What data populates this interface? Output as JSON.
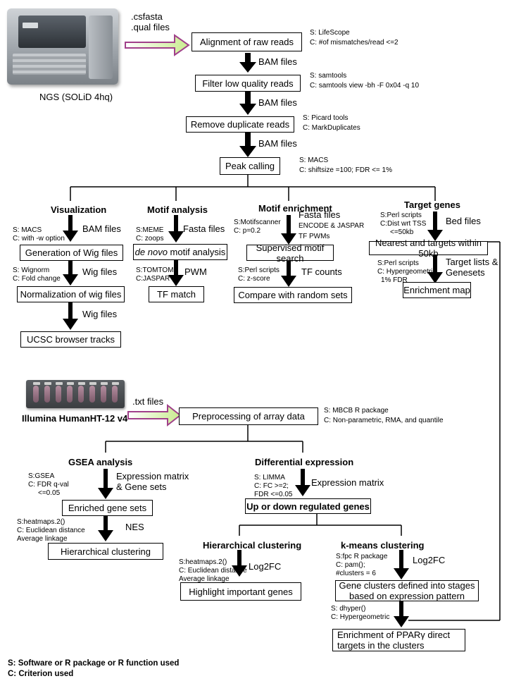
{
  "inputs": {
    "ngs_files_line1": ".csfasta",
    "ngs_files_line2": ".qual files",
    "ngs_label": "NGS (SOLiD 4hq)",
    "array_files": ".txt files",
    "array_label": "Illumina HumanHT-12 v4"
  },
  "ngs_pipeline": {
    "align": {
      "box": "Alignment of raw reads",
      "s": "S: LifeScope",
      "c": "C: #of mismatches/read <=2"
    },
    "arrow1": "BAM files",
    "filter": {
      "box": "Filter low quality reads",
      "s": "S: samtools",
      "c": "C: samtools view -bh -F 0x04 -q 10"
    },
    "arrow2": "BAM files",
    "dedup": {
      "box": "Remove duplicate reads",
      "s": "S: Picard tools",
      "c": "C: MarkDuplicates"
    },
    "arrow3": "BAM files",
    "peak": {
      "box": "Peak calling",
      "s": "S: MACS",
      "c": "C: shiftsize =100; FDR <= 1%"
    }
  },
  "visualization": {
    "heading": "Visualization",
    "s1": "S: MACS",
    "c1": "C: with -w option",
    "files1": "BAM files",
    "box1": "Generation of Wig files",
    "s2": "S: Wignorm",
    "c2": "C: Fold change",
    "files2": "Wig files",
    "box2": "Normalization of wig files",
    "files3": "Wig files",
    "box3": "UCSC browser tracks"
  },
  "motif_analysis": {
    "heading": "Motif analysis",
    "s1": "S:MEME",
    "c1": "C: zoops",
    "files1": "Fasta files",
    "box1_em": "de novo",
    "box1_rest": " motif analysis",
    "s2": "S:TOMTOM",
    "c2": "C:JASPAR",
    "files2": "PWM",
    "box2": "TF match"
  },
  "motif_enrichment": {
    "heading": "Motif enrichment",
    "s1": "S:Motifscanner",
    "c1": "C: p=0.2",
    "files1": "Fasta files",
    "files1b": "ENCODE & JASPAR",
    "files1c": "TF PWMs",
    "box1": "Supervised motif search",
    "s2": "S:Perl scripts",
    "c2": "C: z-score",
    "files2": "TF counts",
    "box2": "Compare with random sets"
  },
  "target_genes": {
    "heading": "Target genes",
    "s1": "S:Perl scripts",
    "c1": "C:Dist wrt TSS",
    "c1b": "<=50kb",
    "files1": "Bed files",
    "box1": "Nearest and targets within 50kb",
    "s2": "S:Perl scripts",
    "c2": "C: Hypergeometric",
    "c2b": "1% FDR",
    "files2": "Target lists &",
    "files2b": "Genesets",
    "box2": "Enrichment map"
  },
  "array_pipeline": {
    "preprocess": {
      "box": "Preprocessing of array data",
      "s": "S: MBCB R package",
      "c": "C: Non-parametric, RMA, and quantile"
    }
  },
  "gsea": {
    "heading": "GSEA analysis",
    "s1": "S:GSEA",
    "c1": "C: FDR q-val",
    "c1b": "<=0.05",
    "files1": "Expression matrix",
    "files1b": "& Gene sets",
    "box1": "Enriched gene sets",
    "s2": "S:heatmaps.2()",
    "c2": "C: Euclidean distance",
    "c2b": "Average linkage",
    "files2": "NES",
    "box2": "Hierarchical clustering"
  },
  "diff_expr": {
    "heading": "Differential expression",
    "s1": "S: LIMMA",
    "c1": "C: FC >=2;",
    "c1b": "FDR <=0.05",
    "files1": "Expression matrix",
    "box1": "Up or down regulated genes"
  },
  "hier_clust": {
    "heading": "Hierarchical clustering",
    "s1": "S:heatmaps.2()",
    "c1": "C: Euclidean distance",
    "c1b": "Average linkage",
    "files1": "Log2FC",
    "box1": "Highlight important genes"
  },
  "kmeans": {
    "heading": "k-means clustering",
    "s1": "S:fpc R package",
    "c1": "C: pam();",
    "c1b": "#clusters = 6",
    "files1": "Log2FC",
    "box1_line1": "Gene clusters defined into stages",
    "box1_line2": "based on expression pattern",
    "s2": "S: dhyper()",
    "c2": "C: Hypergeometric",
    "box2_line1": "Enrichment of PPARγ direct",
    "box2_line2": "targets in the clusters"
  },
  "legend": {
    "s": "S: Software or R package or R function used",
    "c": "C: Criterion used"
  },
  "colors": {
    "arrow": "#000000",
    "input_arrow_fill": "#d8f0b0",
    "input_arrow_edge": "#a0408a"
  }
}
